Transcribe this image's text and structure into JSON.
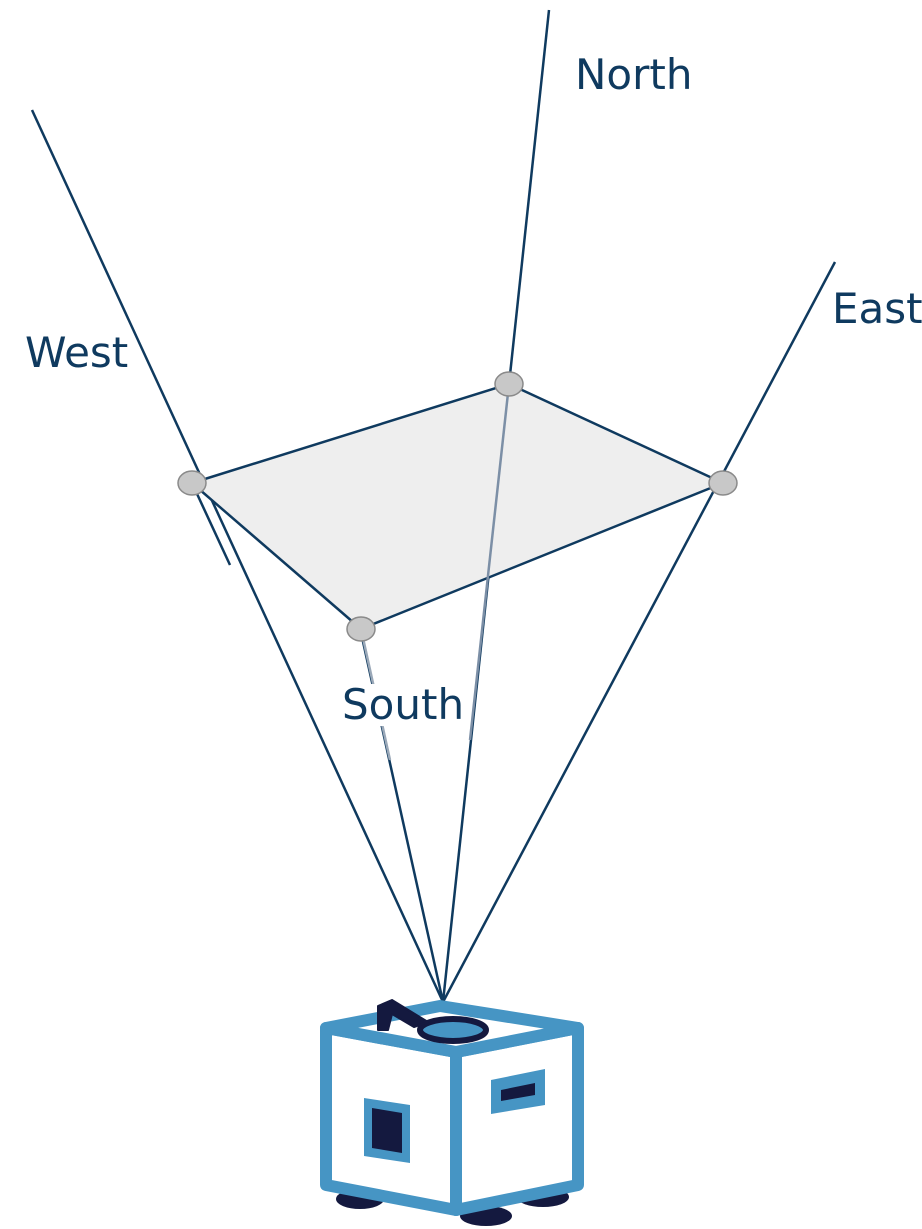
{
  "labels": {
    "north": "North",
    "east": "East",
    "west": "West",
    "south": "South"
  },
  "colors": {
    "line": "#0f3a5f",
    "marker_fill": "#c8c8c8",
    "marker_stroke": "#8a8a8a",
    "plane_fill": "#eeeeee",
    "device_frame": "#4695c4",
    "device_dark": "#14193f"
  }
}
